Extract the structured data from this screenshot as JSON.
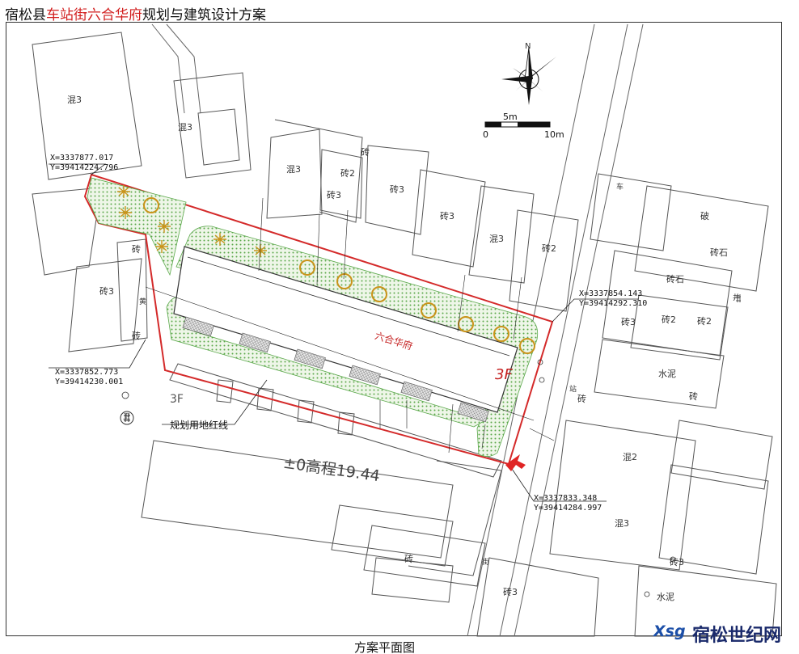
{
  "title": {
    "prefix": "宿松县",
    "highlight": "车站街六合华府",
    "suffix": "规划与建筑设计方案"
  },
  "caption": "方案平面图",
  "watermark": {
    "logo": "Xsg",
    "text": "宿松世纪网"
  },
  "north": "N",
  "scale": {
    "mid": "5m",
    "start": "0",
    "end": "10m"
  },
  "project_label": "六合华府",
  "floors_red": "3F",
  "floors_gray": "3F",
  "redline_label": "规划用地红线",
  "elevation_label": "±0高程19.44",
  "coordinates": {
    "nw": {
      "x": "X=3337877.017",
      "y": "Y=39414224.796"
    },
    "ne": {
      "x": "X=3337854.143",
      "y": "Y=39414292.310"
    },
    "sw": {
      "x": "X=3337852.773",
      "y": "Y=39414230.001"
    },
    "se": {
      "x": "X=3337833.348",
      "y": "Y=39414284.997"
    }
  },
  "building_labels": [
    "混3",
    "混3",
    "混3",
    "砖",
    "砖2",
    "砖3",
    "砖3",
    "砖3",
    "混3",
    "砖2",
    "砖3",
    "砖",
    "砖",
    "破",
    "砖石",
    "砖石",
    "砖3",
    "砖2",
    "砖2",
    "水泥",
    "砖",
    "砖",
    "混2",
    "混3",
    "砖",
    "砖3",
    "水泥",
    "砖3"
  ],
  "street_labels": [
    "车",
    "站",
    "街",
    "黄",
    "井",
    "卫"
  ],
  "colors": {
    "red_line": "#d42a2a",
    "green_dot": "#5aa84a",
    "tree": "#c9931a",
    "building": "#555555"
  }
}
